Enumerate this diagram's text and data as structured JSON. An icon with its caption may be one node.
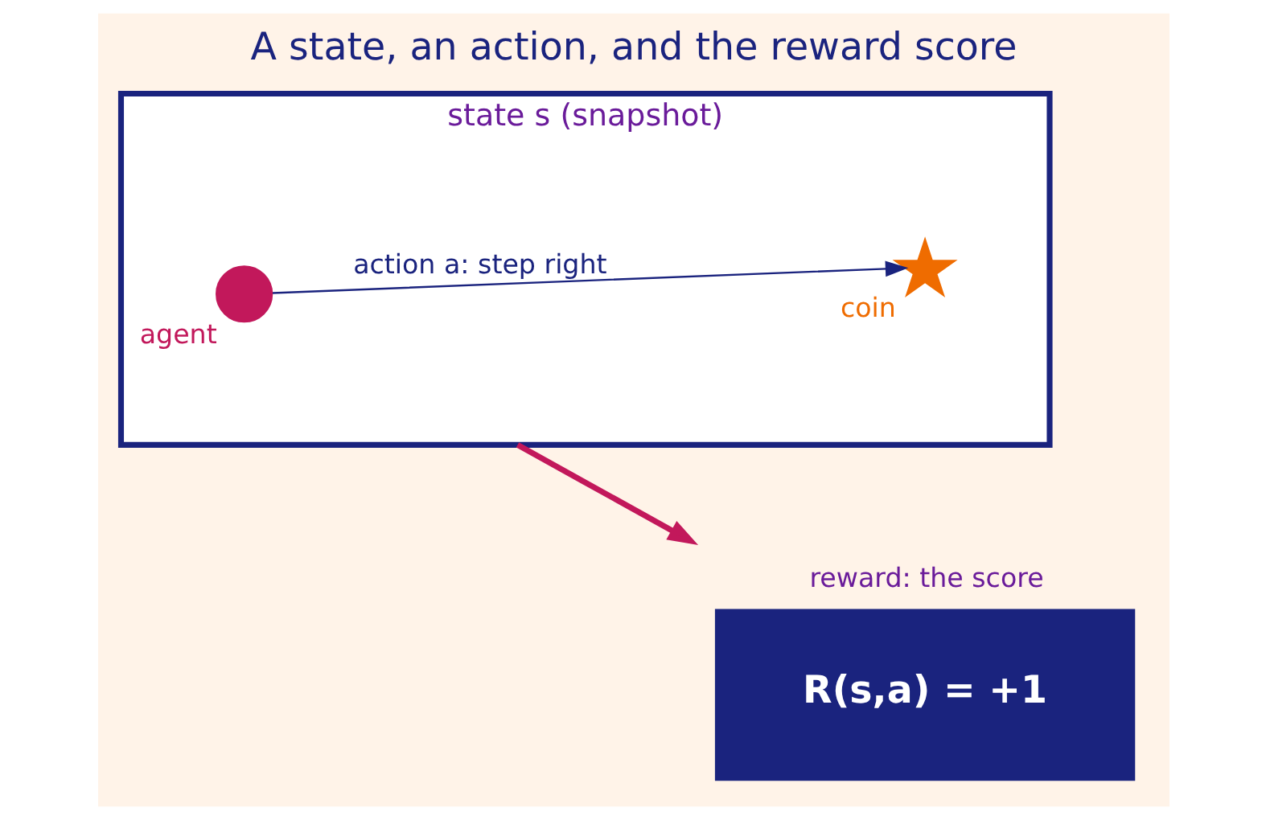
{
  "diagram": {
    "title": "A state, an action, and the reward score",
    "nodes": [
      {
        "text": [
          "state s (snapshot)"
        ]
      },
      {
        "text": [],
        "shape": "circle",
        "in": 0,
        "beside": [
          "agent"
        ]
      },
      {
        "text": [],
        "shape": "star",
        "in": 0,
        "beside": [
          "coin"
        ]
      },
      {
        "text": [
          "reward: the score",
          "R(s,a) = +1"
        ]
      }
    ],
    "edges": [
      {
        "from": 1,
        "to": 2,
        "arrow": "to",
        "label": "action a: step right",
        "color": "#1a237e"
      },
      {
        "from": 0,
        "to": 3,
        "arrow": "to",
        "style": "thick",
        "color": "#c2185b"
      }
    ]
  }
}
